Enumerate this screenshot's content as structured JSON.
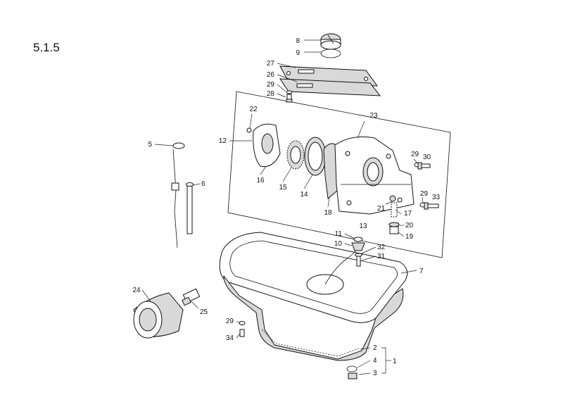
{
  "section": "5.1.5",
  "callouts": {
    "c1": "1",
    "c2": "2",
    "c3": "3",
    "c4": "4",
    "c5": "5",
    "c6": "6",
    "c7": "7",
    "c8": "8",
    "c9": "9",
    "c10": "10",
    "c11": "11",
    "c12": "12",
    "c13": "13",
    "c14": "14",
    "c15": "15",
    "c16": "16",
    "c17": "17",
    "c18": "18",
    "c19": "19",
    "c20": "20",
    "c21": "21",
    "c22": "22",
    "c23": "23",
    "c24": "24",
    "c25": "25",
    "c26": "26",
    "c27": "27",
    "c28": "28",
    "c29a": "29",
    "c29b": "29",
    "c29c": "29",
    "c29d": "29",
    "c30": "30",
    "c31": "31",
    "c32": "32",
    "c33": "33",
    "c34": "34"
  }
}
